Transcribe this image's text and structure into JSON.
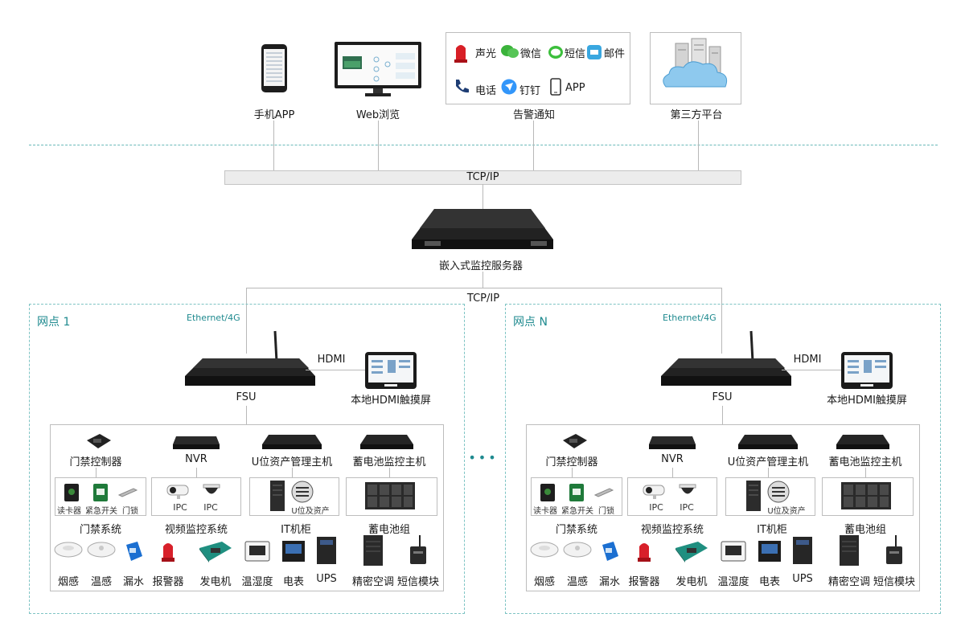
{
  "top": {
    "phone_label": "手机APP",
    "web_label": "Web浏览",
    "alarm_label": "告警通知",
    "third_label": "第三方平台",
    "alarm_items": {
      "sound": "声光",
      "wechat": "微信",
      "sms": "短信",
      "mail": "邮件",
      "phone": "电话",
      "dingding": "钉钉",
      "app": "APP"
    }
  },
  "network": {
    "bus1": "TCP/IP",
    "bus2": "TCP/IP",
    "server": "嵌入式监控服务器",
    "ellipsis": "•••"
  },
  "sites": [
    {
      "title": "网点 1",
      "ethernet": "Ethernet/4G",
      "hdmi": "HDMI",
      "fsu": "FSU",
      "touch": "本地HDMI触摸屏",
      "row1": [
        "门禁控制器",
        "NVR",
        "U位资产管理主机",
        "蓄电池监控主机"
      ],
      "sub": {
        "reader": "读卡器",
        "emergency": "紧急开关",
        "lock": "门锁",
        "ipc1": "IPC",
        "ipc2": "IPC",
        "upos": "U位及资产"
      },
      "row2": [
        "门禁系统",
        "视频监控系统",
        "IT机柜",
        "蓄电池组"
      ],
      "row3": [
        "烟感",
        "温感",
        "漏水",
        "报警器",
        "发电机",
        "温湿度",
        "电表",
        "UPS",
        "精密空调",
        "短信模块"
      ]
    },
    {
      "title": "网点 N",
      "ethernet": "Ethernet/4G",
      "hdmi": "HDMI",
      "fsu": "FSU",
      "touch": "本地HDMI触摸屏",
      "row1": [
        "门禁控制器",
        "NVR",
        "U位资产管理主机",
        "蓄电池监控主机"
      ],
      "sub": {
        "reader": "读卡器",
        "emergency": "紧急开关",
        "lock": "门锁",
        "ipc1": "IPC",
        "ipc2": "IPC",
        "upos": "U位及资产"
      },
      "row2": [
        "门禁系统",
        "视频监控系统",
        "IT机柜",
        "蓄电池组"
      ],
      "row3": [
        "烟感",
        "温感",
        "漏水",
        "报警器",
        "发电机",
        "温湿度",
        "电表",
        "UPS",
        "精密空调",
        "短信模块"
      ]
    }
  ]
}
